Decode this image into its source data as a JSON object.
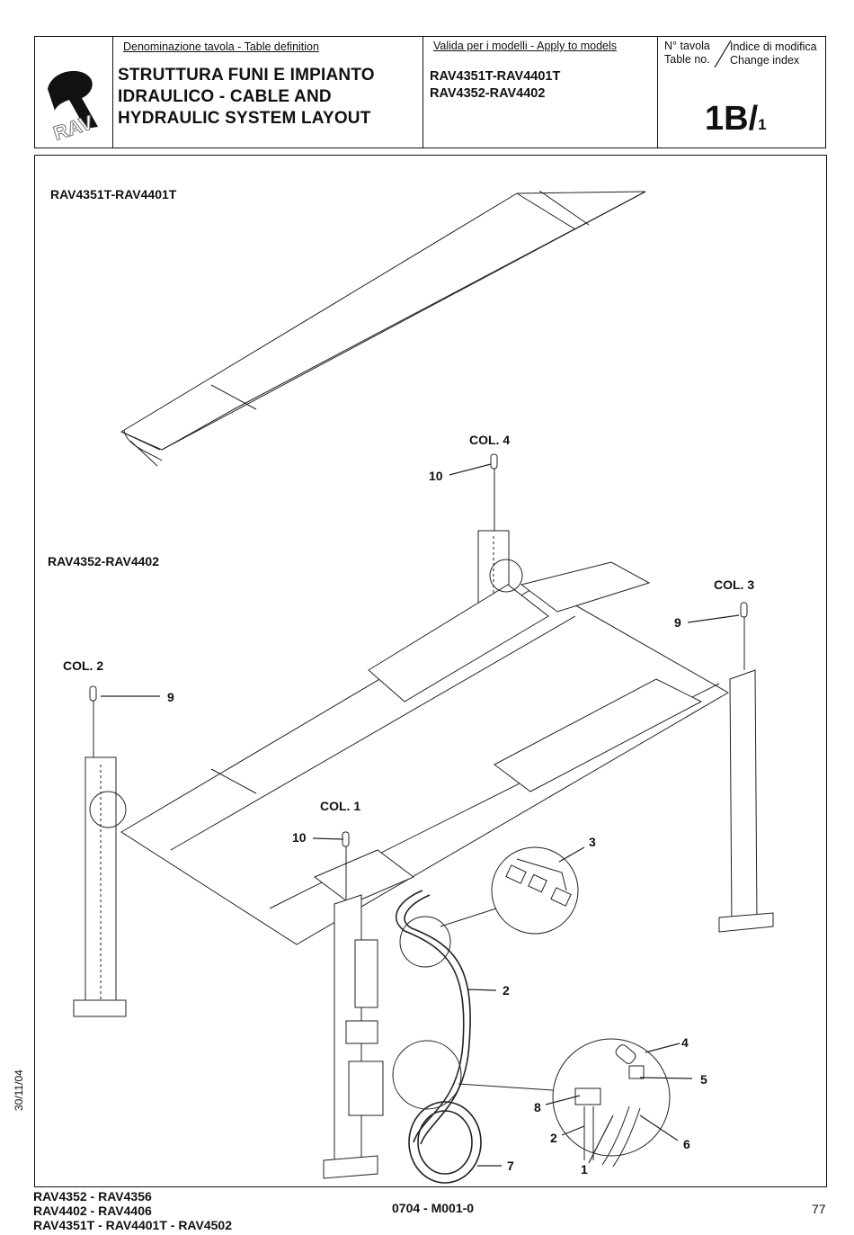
{
  "header": {
    "logo_text": "RAV",
    "table_def_label": "Denominazione tavola - Table definition",
    "title_lines": [
      "STRUTTURA FUNI E IMPIANTO",
      "IDRAULICO - CABLE AND",
      "HYDRAULIC SYSTEM LAYOUT"
    ],
    "valid_label": "Valida per i modelli - Apply to models",
    "valid_models": [
      "RAV4351T-RAV4401T",
      "RAV4352-RAV4402"
    ],
    "table_no_label": [
      "N° tavola",
      "Table no."
    ],
    "change_index_label": [
      "Indice di modifica",
      "Change index"
    ],
    "table_no": "1B/",
    "change_index": "1"
  },
  "drawing": {
    "model_top": "RAV4351T-RAV4401T",
    "model_bottom": "RAV4352-RAV4402",
    "columns": [
      "COL. 1",
      "COL. 2",
      "COL. 3",
      "COL. 4"
    ],
    "callouts": [
      "1",
      "2",
      "3",
      "4",
      "5",
      "6",
      "7",
      "8",
      "9",
      "10"
    ]
  },
  "footer": {
    "models": [
      "RAV4352  -  RAV4356",
      "RAV4402  -  RAV4406",
      "RAV4351T  -  RAV4401T  -  RAV4502"
    ],
    "doc_code": "0704  -  M001-0",
    "page": "77",
    "date": "30/11/04"
  }
}
